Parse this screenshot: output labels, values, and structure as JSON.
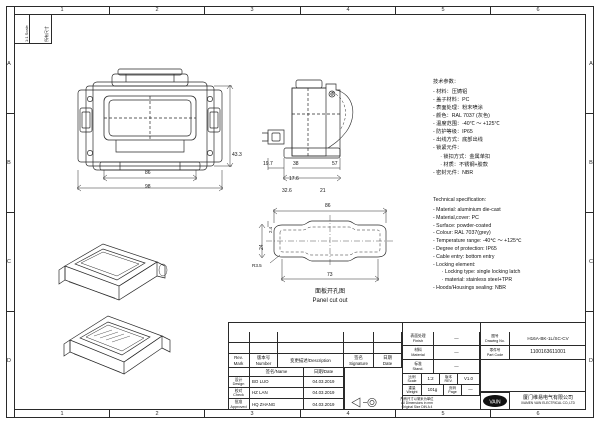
{
  "sheet": {
    "zone_cols": [
      "1",
      "2",
      "3",
      "4",
      "5",
      "6"
    ],
    "zone_rows": [
      "A",
      "B",
      "C",
      "D"
    ],
    "corner_label_1": "所有尺寸",
    "corner_label_2": "1:1 Scale"
  },
  "specs": {
    "cn_title": "技术参数：",
    "cn_lines": [
      "- 材料：压铸铝",
      "- 盖子材料：PC",
      "- 表面处理：粉末喷涂",
      "- 颜色：RAL 7037 (灰色)",
      "- 温度范围：-40℃ ～ +125℃",
      "- 防护等级：IP65",
      "- 出线方式：底部出线",
      "- 锁紧元件：",
      "     · 锁扣方式：金属单扣",
      "     · 材质：不锈钢+胶款",
      "- 密封元件：NBR"
    ],
    "en_title": "Technical specification:",
    "en_lines": [
      "- Material: aluminium die-cast",
      "- Material,cover: PC",
      "- Surface: powder-coated",
      "- Colour: RAL 7037(grey)",
      "- Temperature range: -40℃ ～ +125℃",
      "- Degree of protection: IP65",
      "- Cable entry: bottom entry",
      "- Locking element:",
      "      · Locking type: single locking latch",
      "      · material: stainless steel+TPR",
      "- Hoods/Housings sealing: NBR"
    ]
  },
  "dimensions": {
    "front_width_outer": "98",
    "front_width_inner": "86",
    "front_height": "43.3",
    "side_a": "19.7",
    "side_b": "38",
    "side_c": "57",
    "side_d": "17.6",
    "side_e": "32.6",
    "side_f": "21",
    "cut_width": "86",
    "cut_height": "24",
    "cut_inner_w": "73",
    "cut_corner_r": "R3.5",
    "cut_small": "2.4"
  },
  "cutout": {
    "title_cn": "面板开孔图",
    "title_en": "Panel cut out"
  },
  "titleblock": {
    "rev_headers": [
      "Rev.\nMark",
      "版本号\nNumber",
      "变更描述/Description",
      "签名\nSignature",
      "日期\nDate"
    ],
    "rev_rows": [
      {
        "mark": "",
        "number": "",
        "desc": "",
        "sig": "",
        "date": ""
      },
      {
        "mark": "",
        "number": "",
        "desc": "",
        "sig": "",
        "date": ""
      }
    ],
    "people": [
      {
        "role": "设计\nDesign",
        "name": "BO LUO",
        "date": "04.03.2019"
      },
      {
        "role": "校对\nCheck",
        "name": "HZ LAN",
        "date": "04.03.2019"
      },
      {
        "role": "批准\nApproved",
        "name": "HQ ZHANG",
        "date": "04.03.2019"
      }
    ],
    "role_header": "签名/Name",
    "date_header": "日期/Date",
    "finish_label": "表面处理\nFinish",
    "finish_value": "—",
    "material_label": "材料\nMaterial",
    "material_value": "—",
    "standard_label": "标准\nStand.",
    "standard_value": "—",
    "scale_label": "比例\nScale",
    "scale_value": "1:2",
    "rev_label": "版本\nREV.",
    "rev_value": "V1.0",
    "weight_label": "重量\nWeight",
    "weight_value": "101g",
    "page_label": "页码\nPage",
    "page_value": "—",
    "drawing_no_label": "图号\nDrawing No.",
    "drawing_no_value": "H16A-BK-1L/SC-CV",
    "part_no_label": "零件号\nPart Code",
    "part_no_value": "1100163611001",
    "projection_note": "所有尺寸以毫米为单位\nAll Dimensions in mm\nOriginal Size DIN A 4",
    "company_cn": "厦门维易电气有限公司",
    "company_en": "XIAMEN VAIN ELECTRICAL CO.,LTD",
    "logo_text": "VAIN"
  }
}
